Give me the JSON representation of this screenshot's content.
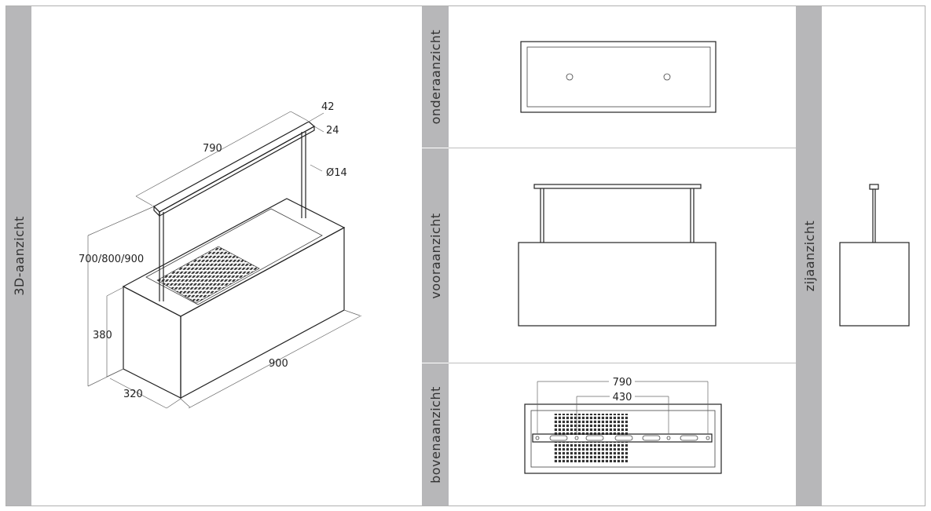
{
  "panels": {
    "iso_label": "3D-aanzicht",
    "bottom_label": "onderaanzicht",
    "front_label": "vooraanzicht",
    "top_label": "bovenaanzicht",
    "side_label": "zijaanzicht"
  },
  "colors": {
    "band": "#b7b7b9",
    "frame": "#b0b0b0",
    "line": "#222222"
  },
  "dimensions": {
    "rail_width": "42",
    "rail_height": "24",
    "rail_length": "790",
    "rod_diameter": "Ø14",
    "total_height": "700/800/900",
    "body_height": "380",
    "depth": "320",
    "length": "900",
    "top_outer": "790",
    "top_inner": "430"
  }
}
